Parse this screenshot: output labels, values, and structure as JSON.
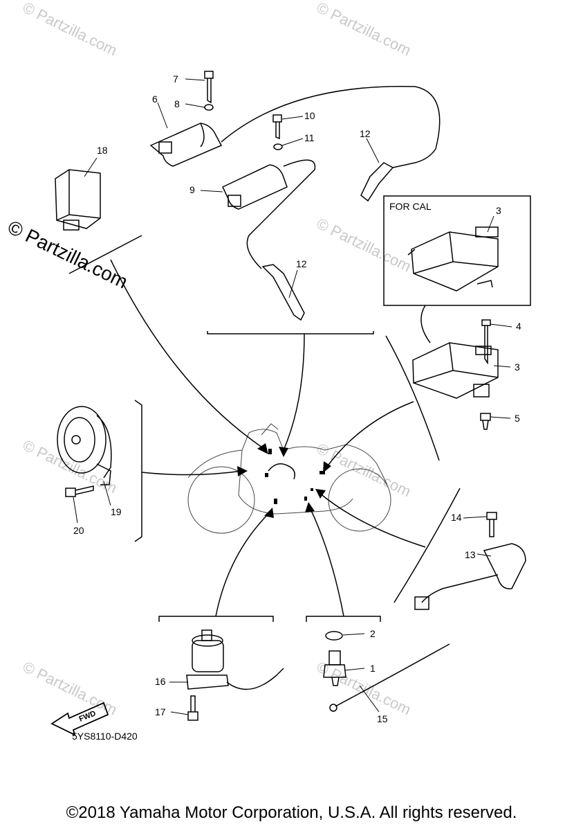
{
  "watermark": "© Partzilla.com",
  "box_label": "FOR CAL",
  "diagram_code": "5YS8110-D420",
  "copyright": "©2018 Yamaha Motor Corporation, U.S.A. All rights reserved.",
  "callouts": {
    "c1": "1",
    "c2": "2",
    "c3a": "3",
    "c3b": "3",
    "c4": "4",
    "c5": "5",
    "c6": "6",
    "c7": "7",
    "c8": "8",
    "c9": "9",
    "c10": "10",
    "c11": "11",
    "c12a": "12",
    "c12b": "12",
    "c13": "13",
    "c14": "14",
    "c15": "15",
    "c16": "16",
    "c17": "17",
    "c18": "18",
    "c19": "19",
    "c20": "20"
  },
  "fwd_label": "FWD"
}
